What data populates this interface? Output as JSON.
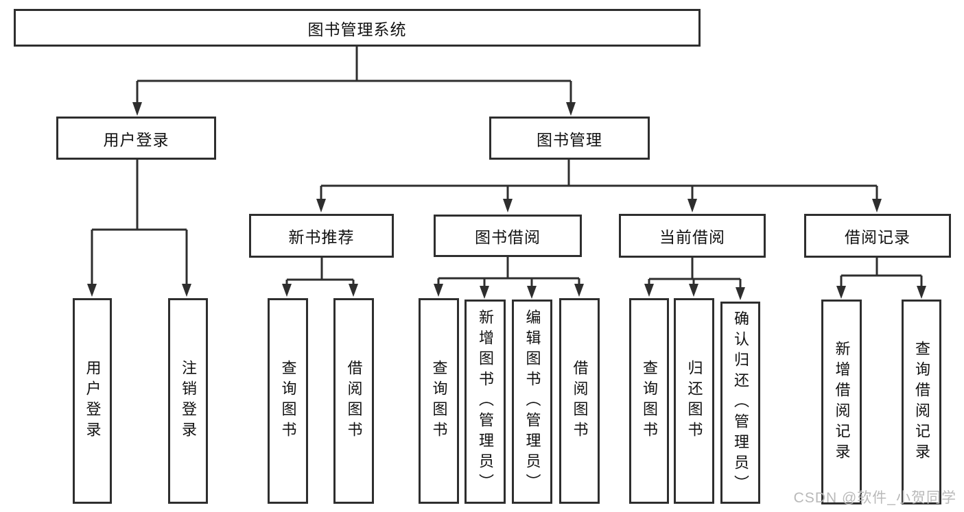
{
  "tree": {
    "label": "图书管理系统",
    "children": [
      {
        "label": "用户登录",
        "children": [
          {
            "label": "用户登录"
          },
          {
            "label": "注销登录"
          }
        ]
      },
      {
        "label": "图书管理",
        "children": [
          {
            "label": "新书推荐",
            "children": [
              {
                "label": "查询图书"
              },
              {
                "label": "借阅图书"
              }
            ]
          },
          {
            "label": "图书借阅",
            "children": [
              {
                "label": "查询图书"
              },
              {
                "label": "新增图书（管理员）"
              },
              {
                "label": "编辑图书（管理员）"
              },
              {
                "label": "借阅图书"
              }
            ]
          },
          {
            "label": "当前借阅",
            "children": [
              {
                "label": "查询图书"
              },
              {
                "label": "归还图书"
              },
              {
                "label": "确认归还（管理员）"
              }
            ]
          },
          {
            "label": "借阅记录",
            "children": [
              {
                "label": "新增借阅记录"
              },
              {
                "label": "查询借阅记录"
              }
            ]
          }
        ]
      }
    ]
  },
  "watermark": {
    "text": "CSDN @软件_小贺同学"
  },
  "colors": {
    "line": "#2e2e2e",
    "box_border": "#2e2e2e",
    "text": "#111111",
    "watermark": "#b9b9b9",
    "background": "#ffffff"
  }
}
